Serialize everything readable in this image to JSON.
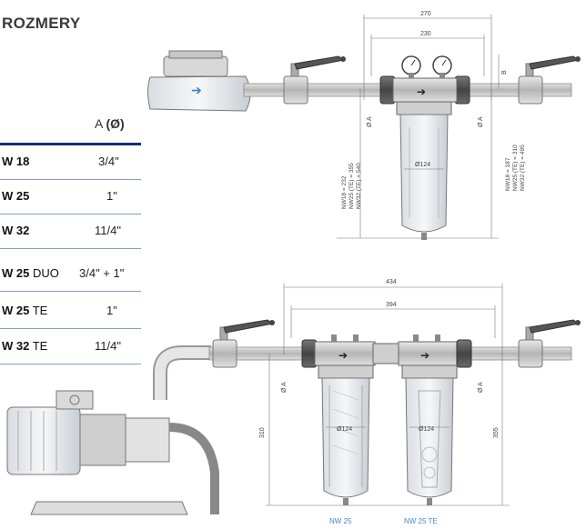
{
  "title": "ROZMERY",
  "table": {
    "col_a": "A",
    "col_a_symbol": "(Ø)",
    "rows": [
      {
        "model": "W 18",
        "suffix": "",
        "size": "3/4\""
      },
      {
        "model": "W 25",
        "suffix": "",
        "size": "1\""
      },
      {
        "model": "W 32",
        "suffix": "",
        "size": "11/4\""
      },
      {
        "model": "W 25",
        "suffix": " DUO",
        "size": "3/4\" + 1\""
      },
      {
        "model": "W 25",
        "suffix": " TE",
        "size": "1\""
      },
      {
        "model": "W 32",
        "suffix": " TE",
        "size": "11/4\""
      }
    ]
  },
  "diagram1": {
    "dim_outer": "270",
    "dim_inner": "230",
    "b_label": "B",
    "a_label_left": "Ø A",
    "a_label_right": "Ø A",
    "diameter": "Ø124",
    "h_left_1": "NW18 = 232",
    "h_left_2": "NW25 (TE) = 355",
    "h_left_3": "NW32 (TE) = 540",
    "h_right_1": "NW18 = 187",
    "h_right_2": "NW25 (TE) = 310",
    "h_right_3": "NW32 (TE) = 495"
  },
  "diagram2": {
    "dim_outer": "434",
    "dim_inner": "394",
    "a_label_left": "Ø A",
    "a_label_right": "Ø A",
    "diameter_left": "Ø124",
    "diameter_right": "Ø124",
    "height_left": "310",
    "height_right": "355",
    "caption_left": "NW 25",
    "caption_right": "NW 25 TE"
  }
}
